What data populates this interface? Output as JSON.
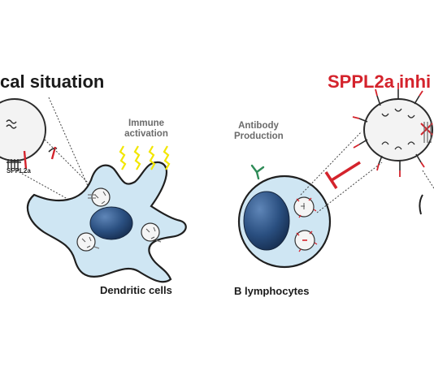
{
  "titles": {
    "left": "cal situation",
    "right": "SPPL2a inhi"
  },
  "labels": {
    "sppl2a": "SPPL2a",
    "immune_activation": "Immune\nactivation",
    "antibody_production": "Antibody\nProduction",
    "dendritic_cells": "Dendritic cells",
    "b_lymphocytes": "B lymphocytes"
  },
  "colors": {
    "cell_fill": "#cfe6f3",
    "nucleus": "#1f3f6b",
    "red": "#d4232c",
    "yellow": "#f2e600",
    "antibody": "#2e8b57"
  }
}
